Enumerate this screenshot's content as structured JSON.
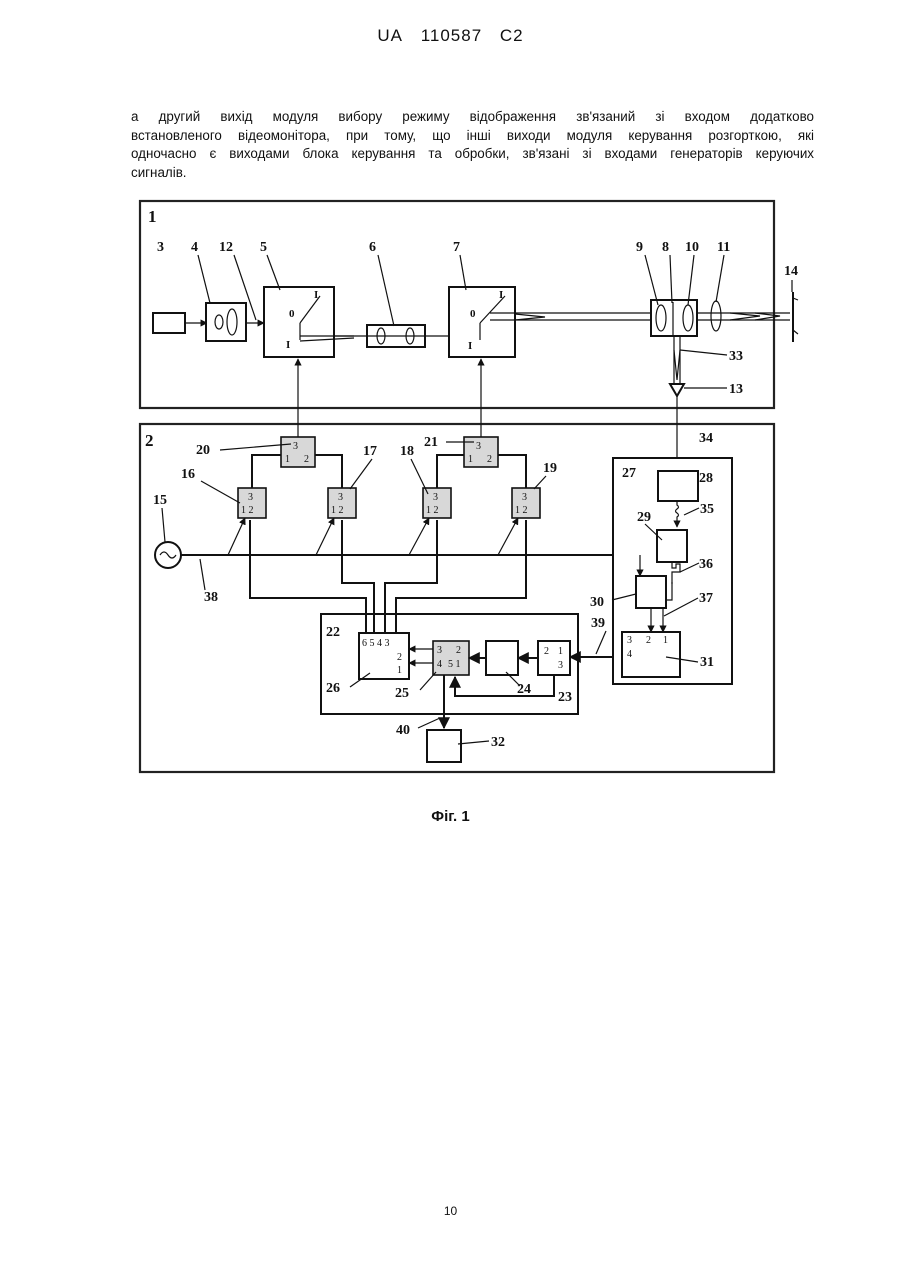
{
  "header": {
    "country": "UA",
    "number": "110587",
    "kind": "C2"
  },
  "paragraph": {
    "lines": [
      "а другий вихід модуля вибору режиму відображення зв'язаний зі входом додатково",
      "встановленого відеомонітора, при тому, що інші виходи модуля керування розгорткою, які",
      "одночасно є виходами блока керування та обробки, зв'язані зі входами генераторів керуючих",
      "сигналів."
    ]
  },
  "figure": {
    "caption": "Фіг. 1",
    "labels": {
      "block1": "1",
      "block2": "2",
      "n3": "3",
      "n4": "4",
      "n5": "5",
      "n6": "6",
      "n7": "7",
      "n8": "8",
      "n9": "9",
      "n10": "10",
      "n11": "11",
      "n12": "12",
      "n13": "13",
      "n14": "14",
      "n15": "15",
      "n16": "16",
      "n17": "17",
      "n18": "18",
      "n19": "19",
      "n20": "20",
      "n21": "21",
      "n22": "22",
      "n23": "23",
      "n24": "24",
      "n25": "25",
      "n26": "26",
      "n27": "27",
      "n28": "28",
      "n29": "29",
      "n30": "30",
      "n31": "31",
      "n32": "32",
      "n33": "33",
      "n34": "34",
      "n35": "35",
      "n36": "36",
      "n37": "37",
      "n38": "38",
      "n39": "39",
      "n40": "40"
    }
  },
  "page_number": "10"
}
